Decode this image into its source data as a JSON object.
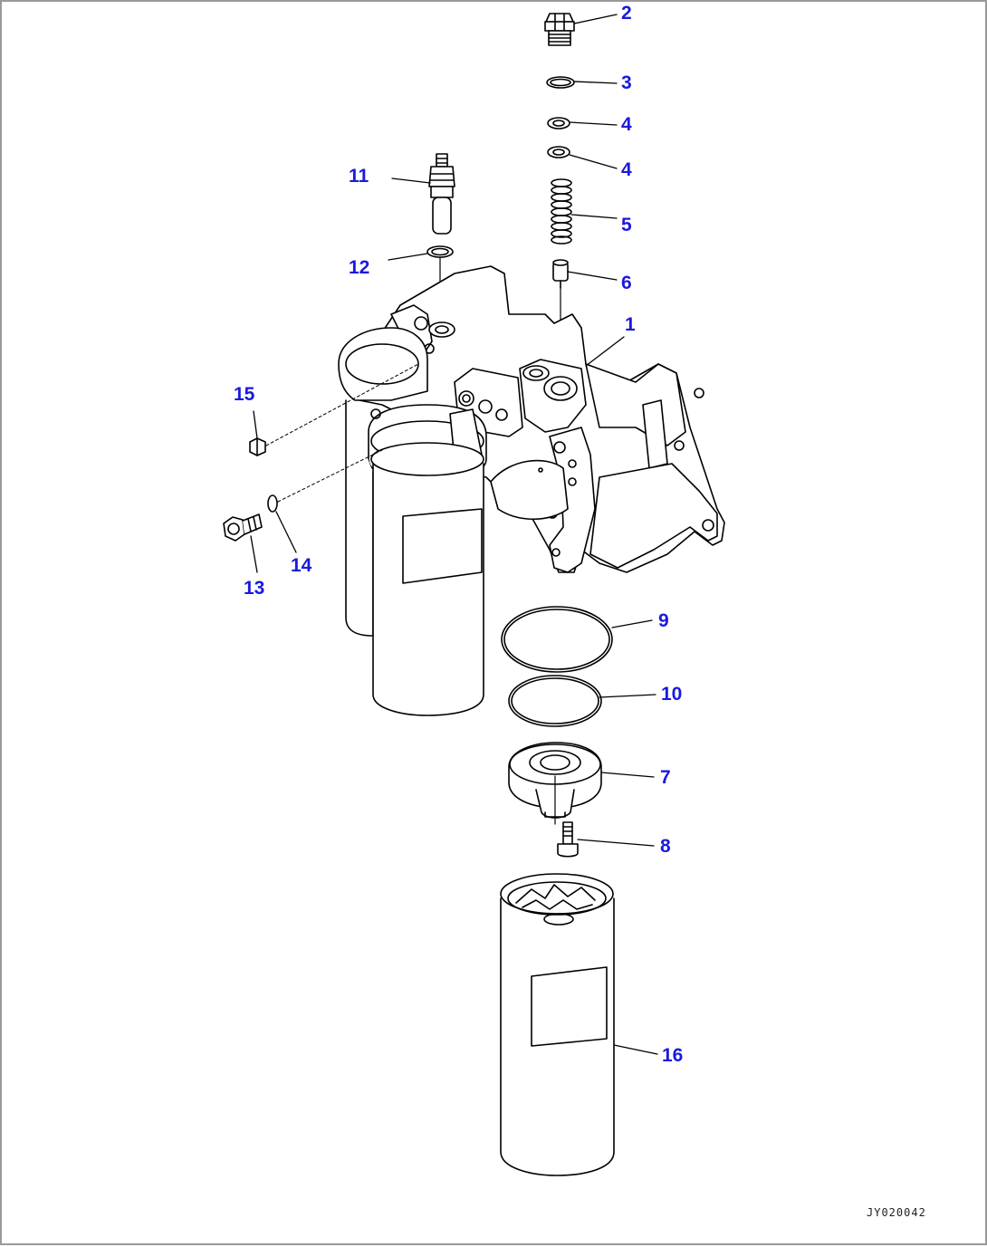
{
  "diagram": {
    "drawing_code": "JY020042",
    "line_color": "#000000",
    "callout_color": "#1a1adc",
    "callouts": [
      {
        "id": "c1",
        "label": "1",
        "part": "filter-head-housing"
      },
      {
        "id": "c2",
        "label": "2",
        "part": "plug"
      },
      {
        "id": "c3",
        "label": "3",
        "part": "o-ring"
      },
      {
        "id": "c4a",
        "label": "4",
        "part": "washer-upper"
      },
      {
        "id": "c4b",
        "label": "4",
        "part": "washer-lower"
      },
      {
        "id": "c5",
        "label": "5",
        "part": "spring"
      },
      {
        "id": "c6",
        "label": "6",
        "part": "valve"
      },
      {
        "id": "c7",
        "label": "7",
        "part": "filter-adapter"
      },
      {
        "id": "c8",
        "label": "8",
        "part": "bolt"
      },
      {
        "id": "c9",
        "label": "9",
        "part": "large-o-ring"
      },
      {
        "id": "c10",
        "label": "10",
        "part": "small-o-ring"
      },
      {
        "id": "c11",
        "label": "11",
        "part": "pressure-switch"
      },
      {
        "id": "c12",
        "label": "12",
        "part": "switch-o-ring"
      },
      {
        "id": "c13",
        "label": "13",
        "part": "drain-plug"
      },
      {
        "id": "c14",
        "label": "14",
        "part": "drain-plug-o-ring"
      },
      {
        "id": "c15",
        "label": "15",
        "part": "small-plug"
      },
      {
        "id": "c16",
        "label": "16",
        "part": "filter-cartridge"
      }
    ]
  }
}
